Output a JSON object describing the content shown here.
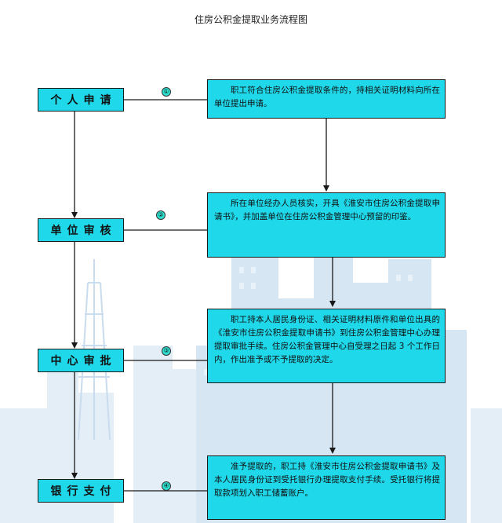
{
  "title": "住房公积金提取业务流程图",
  "steps": [
    {
      "stage": "个人申请",
      "badge": "①",
      "desc": "职工符合住房公积金提取条件的，持相关证明材料向所在单位提出申请。"
    },
    {
      "stage": "单位审核",
      "badge": "②",
      "desc": "所在单位经办人员核实，开具《淮安市住房公积金提取申请书》，并加盖单位在住房公积金管理中心预留的印鉴。"
    },
    {
      "stage": "中心审批",
      "badge": "③",
      "desc": "职工持本人居民身份证、相关证明材料原件和单位出具的《淮安市住房公积金提取申请书》到住房公积金管理中心办理提取审批手续。住房公积金管理中心自受理之日起 3 个工作日内，作出准予或不予提取的决定。"
    },
    {
      "stage": "银行支付",
      "badge": "④",
      "desc": "准予提取的，职工持《淮安市住房公积金提取申请书》及本人居民身份证到受托银行办理提取支付手续。受托银行将提取款项划入职工储蓄账户。"
    }
  ],
  "colors": {
    "box_fill": "#1fd8ea",
    "badge_fill": "#2ee0d0",
    "line": "#1a1a1a",
    "skyline": "#dce9f4"
  }
}
